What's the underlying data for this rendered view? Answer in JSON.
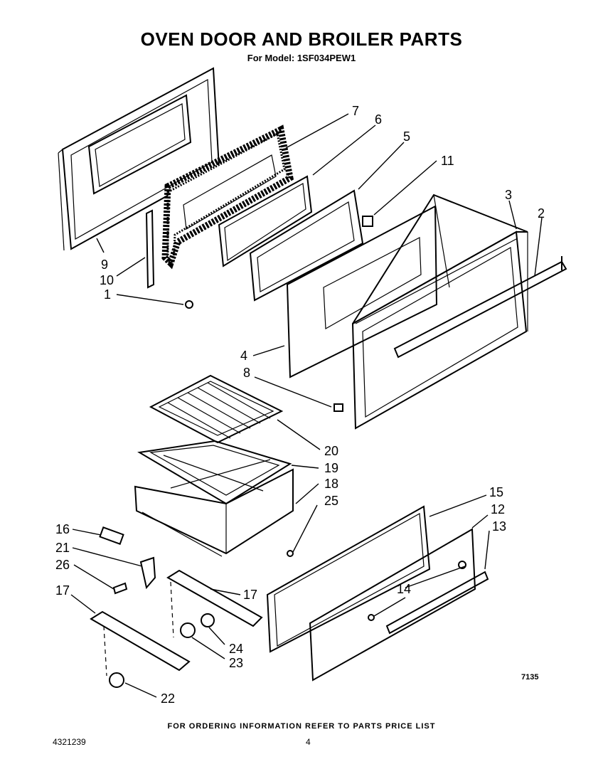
{
  "header": {
    "title": "OVEN DOOR AND BROILER PARTS",
    "subtitle": "For Model: 1SF034PEW1"
  },
  "diagram": {
    "labels": [
      "1",
      "2",
      "3",
      "4",
      "5",
      "6",
      "7",
      "8",
      "9",
      "10",
      "11",
      "12",
      "13",
      "14",
      "15",
      "16",
      "17",
      "17",
      "18",
      "19",
      "20",
      "21",
      "22",
      "23",
      "24",
      "25",
      "26"
    ],
    "code": "7135"
  },
  "footer": {
    "note": "FOR ORDERING INFORMATION REFER TO PARTS PRICE LIST",
    "doc_number": "4321239",
    "page": "4"
  }
}
